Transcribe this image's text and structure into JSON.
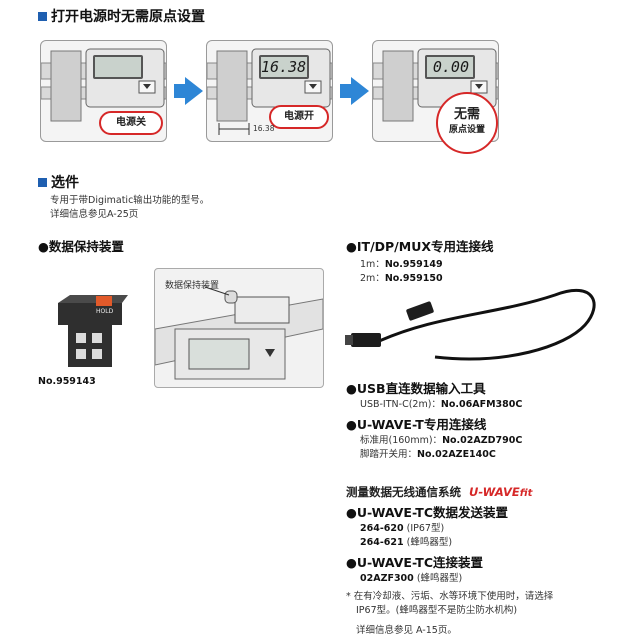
{
  "sections": {
    "power_on": {
      "title": "打开电源时无需原点设置"
    },
    "options": {
      "title": "选件",
      "desc1": "专用于带Digimatic输出功能的型号。",
      "desc2": "详细信息参见A-25页"
    }
  },
  "panels": [
    {
      "label": "电源关",
      "display": ""
    },
    {
      "label": "电源开",
      "display": "16.38",
      "dimension": "16.38"
    },
    {
      "badge_line1": "无需",
      "badge_line2": "原点设置",
      "display": "0.00"
    }
  ],
  "data_hold": {
    "title": "●数据保持装置",
    "hold_text": "HOLD",
    "callout": "数据保持装置",
    "part_no": "No.959143"
  },
  "cable": {
    "title": "●IT/DP/MUX专用连接线",
    "line1_prefix": "1m：",
    "line1_no": "No.959149",
    "line2_prefix": "2m：",
    "line2_no": "No.959150"
  },
  "usb": {
    "title": "●USB直连数据输入工具",
    "line_prefix": "USB-ITN-C(2m)：",
    "line_no": "No.06AFM380C"
  },
  "uwave_t": {
    "title": "●U-WAVE-T专用连接线",
    "line1_prefix": "标准用(160mm)：",
    "line1_no": "No.02AZD790C",
    "line2_prefix": "脚踏开关用：",
    "line2_no": "No.02AZE140C"
  },
  "wireless": {
    "heading": "测量数据无线通信系统",
    "logo_main": "U-WAVE",
    "logo_fit": "fit"
  },
  "uwave_tc_tx": {
    "title": "●U-WAVE-TC数据发送装置",
    "line1_code": "264-620",
    "line1_note": "(IP67型)",
    "line2_code": "264-621",
    "line2_note": "(蜂鸣器型)"
  },
  "uwave_tc_conn": {
    "title": "●U-WAVE-TC连接装置",
    "line_code": "02AZF300",
    "line_note": "(蜂鸣器型)"
  },
  "notes": {
    "line1": "* 在有冷却液、污垢、水等环境下使用时，请选择",
    "line2": "IP67型。(蜂鸣器型不是防尘防水机构)",
    "line3": "详细信息参见 A-15页。"
  },
  "colors": {
    "accent_blue": "#1f5fb0",
    "arrow_blue": "#2e86d6",
    "badge_red": "#d62828"
  },
  "icons": [
    "right-arrow-icon",
    "cable-connector-icon",
    "hold-device-icon"
  ]
}
